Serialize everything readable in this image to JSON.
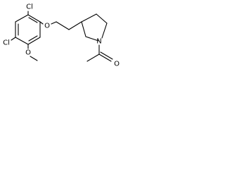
{
  "molecule": {
    "bond_color": "#000000",
    "atoms": {
      "cl_top": "Cl",
      "cl_left": "Cl",
      "o_methoxy": "O",
      "o_ether": "O",
      "n_ring": "N",
      "o_carbonyl": "O"
    }
  }
}
